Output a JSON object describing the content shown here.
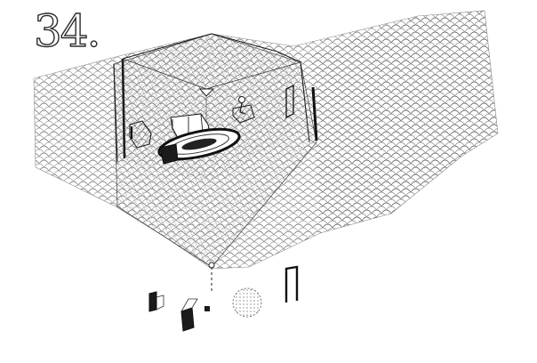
{
  "plate": {
    "number": "34."
  },
  "colors": {
    "paper": "#ffffff",
    "ink": "#2b2b2b",
    "ink_light": "#6a6a6a",
    "ink_faint": "#b5b5b5"
  },
  "drawing": {
    "style": "pen-and-ink isometric sketch",
    "scene_items": [
      "scale-textured-surface",
      "room-enclosure",
      "pendant-lamp",
      "sofa",
      "armchair",
      "side-chair-with-figure",
      "oval-rug",
      "coffee-table",
      "doorway"
    ],
    "exploded_items": [
      "plinth-piece-left",
      "plinth-piece-middle",
      "plinth-piece-center",
      "dotted-circle-rug",
      "door-frame"
    ]
  }
}
